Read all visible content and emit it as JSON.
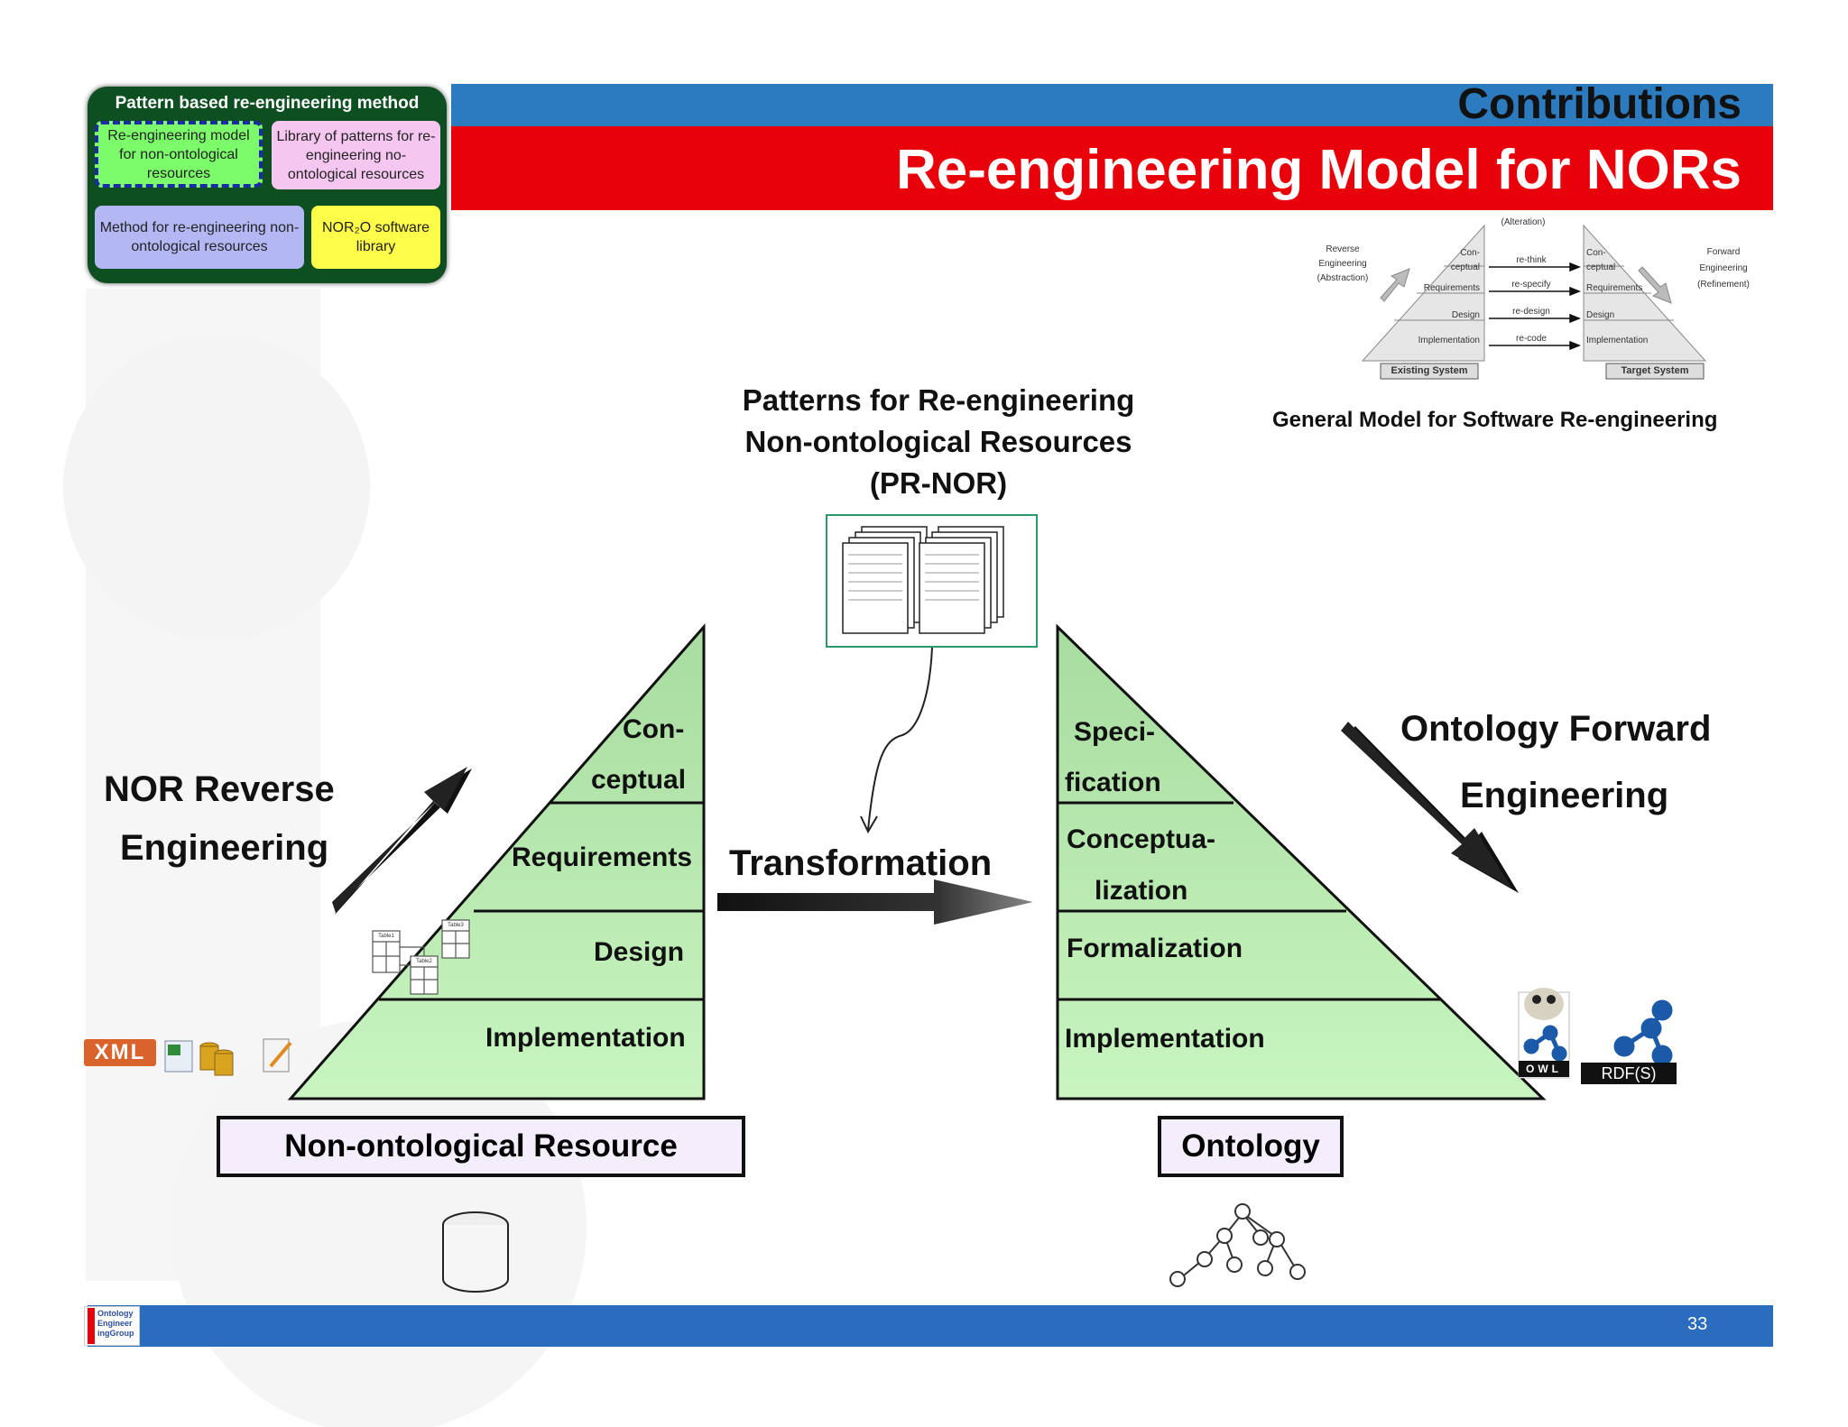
{
  "header": {
    "section": "Contributions",
    "title": "Re-engineering Model for NORs"
  },
  "method_panel": {
    "title": "Pattern based re-engineering method",
    "boxes": [
      "Re-engineering model for non-ontological resources",
      "Library of patterns for re-engineering no-ontological resources",
      "Method for re-engineering non-ontological resources",
      "NOR₂O software library"
    ]
  },
  "general_model": {
    "caption": "General Model for Software Re-engineering",
    "alteration": "(Alteration)",
    "reverse": [
      "Reverse",
      "Engineering",
      "(Abstraction)"
    ],
    "forward": [
      "Forward",
      "Engineering",
      "(Refinement)"
    ],
    "left_levels": [
      "Con-",
      "ceptual",
      "Requirements",
      "Design",
      "Implementation"
    ],
    "right_levels": [
      "Con-",
      "ceptual",
      "Requirements",
      "Design",
      "Implementation"
    ],
    "actions": [
      "re-think",
      "re-specify",
      "re-design",
      "re-code"
    ],
    "existing": "Existing System",
    "target": "Target System"
  },
  "patterns": {
    "title_lines": [
      "Patterns for Re-engineering",
      "Non-ontological Resources",
      "(PR-NOR)"
    ]
  },
  "reverse": {
    "lines": [
      "NOR Reverse",
      "Engineering"
    ],
    "levels": [
      "Con-",
      "ceptual",
      "Requirements",
      "Design",
      "Implementation"
    ],
    "table_labels": [
      "Table1",
      "Table2",
      "Table3"
    ]
  },
  "transformation": "Transformation",
  "forward": {
    "lines": [
      "Ontology Forward",
      "Engineering"
    ],
    "levels": [
      "Speci-",
      "fication",
      "Conceptua-",
      "lization",
      "Formalization",
      "Implementation"
    ]
  },
  "resource_box": "Non-ontological Resource",
  "ontology_box": "Ontology",
  "icons": {
    "xml": "XML",
    "owl": "OWL",
    "rdf": "RDF(S)"
  },
  "footer": {
    "page": "33",
    "logo": [
      "Ontology",
      "Engineer",
      "ingGroup"
    ]
  },
  "colors": {
    "blue_band": "#2d7bbf",
    "red_band": "#e8000a",
    "pyramid_green": "#b8e8b0"
  }
}
